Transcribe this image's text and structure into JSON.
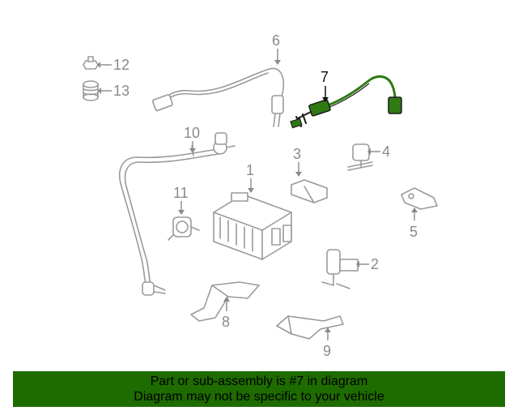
{
  "callouts": {
    "c1": "1",
    "c2": "2",
    "c3": "3",
    "c4": "4",
    "c5": "5",
    "c6": "6",
    "c7": "7",
    "c8": "8",
    "c9": "9",
    "c10": "10",
    "c11": "11",
    "c12": "12",
    "c13": "13"
  },
  "highlighted_part": "7",
  "banner": {
    "line1": "Part or sub-assembly is #7 in diagram",
    "line2": "Diagram may not be specific to your vehicle"
  },
  "colors": {
    "highlight_part": "#2f7a12",
    "banner_background": "#1e6b00",
    "parts_gray": "#9a9a9a"
  }
}
